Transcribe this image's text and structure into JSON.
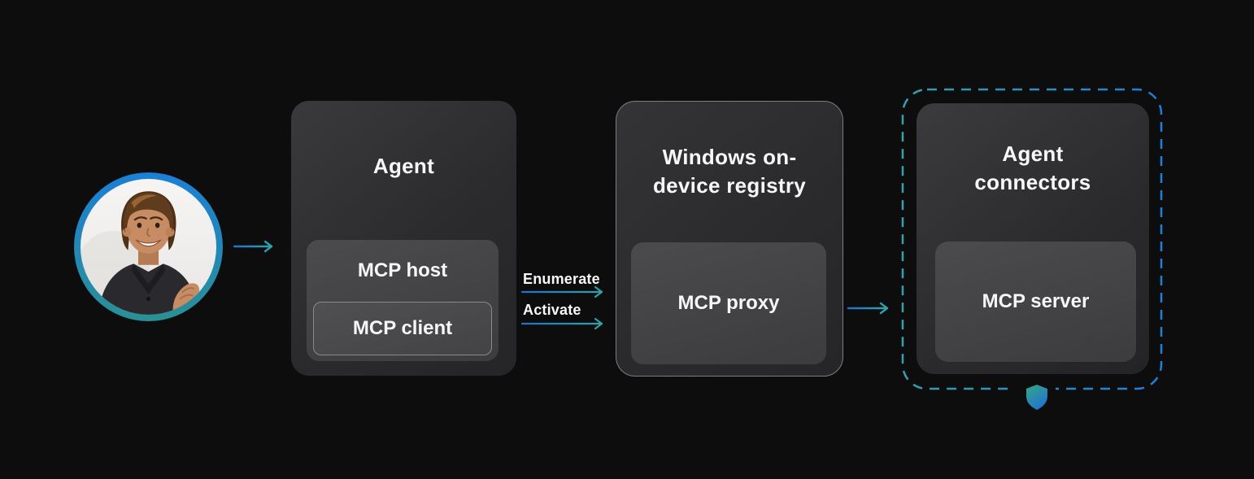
{
  "palette": {
    "background": "#0d0d0d",
    "accent_blue": "#1e7fdd",
    "accent_teal": "#36a0ab",
    "text": "#f7f7f7"
  },
  "agent": {
    "title": "Agent",
    "host_label": "MCP host",
    "client_label": "MCP client"
  },
  "registry": {
    "title": "Windows on-device registry",
    "proxy_label": "MCP proxy"
  },
  "connectors": {
    "title": "Agent connectors",
    "server_label": "MCP server"
  },
  "flows": {
    "enumerate_label": "Enumerate",
    "activate_label": "Activate"
  },
  "icons": {
    "avatar": "user-avatar",
    "shield": "security-shield-icon"
  }
}
